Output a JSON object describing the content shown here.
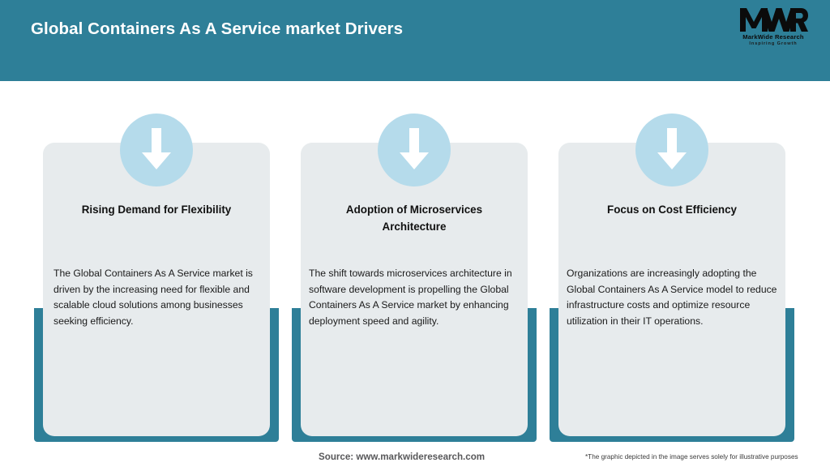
{
  "header": {
    "title": "Global Containers As A Service market Drivers",
    "background_color": "#2e7f98",
    "title_color": "#ffffff"
  },
  "logo": {
    "mark_text": "MWR",
    "name": "MarkWide Research",
    "tagline": "Inspiring Growth",
    "icon": "mwr-logo-icon"
  },
  "cards": [
    {
      "icon": "down-arrow-icon",
      "title": "Rising Demand for Flexibility",
      "body": "The Global Containers As A Service market is driven by the increasing need for flexible and scalable cloud solutions among businesses seeking efficiency."
    },
    {
      "icon": "down-arrow-icon",
      "title": "Adoption of Microservices Architecture",
      "body": "The shift towards microservices architecture in software development is propelling the Global Containers As A Service market by enhancing deployment speed and agility."
    },
    {
      "icon": "down-arrow-icon",
      "title": "Focus on Cost Efficiency",
      "body": "Organizations are increasingly adopting the Global Containers As A Service model to reduce infrastructure costs and optimize resource utilization in their IT operations."
    }
  ],
  "footer": {
    "source": "Source: www.markwideresearch.com",
    "disclaimer": "*The graphic depicted in the image serves solely for illustrative purposes"
  },
  "colors": {
    "accent_teal": "#2e7f98",
    "card_panel": "#e7ebed",
    "icon_circle": "#b5dbeb",
    "arrow": "#ffffff",
    "page_background": "#ffffff"
  }
}
